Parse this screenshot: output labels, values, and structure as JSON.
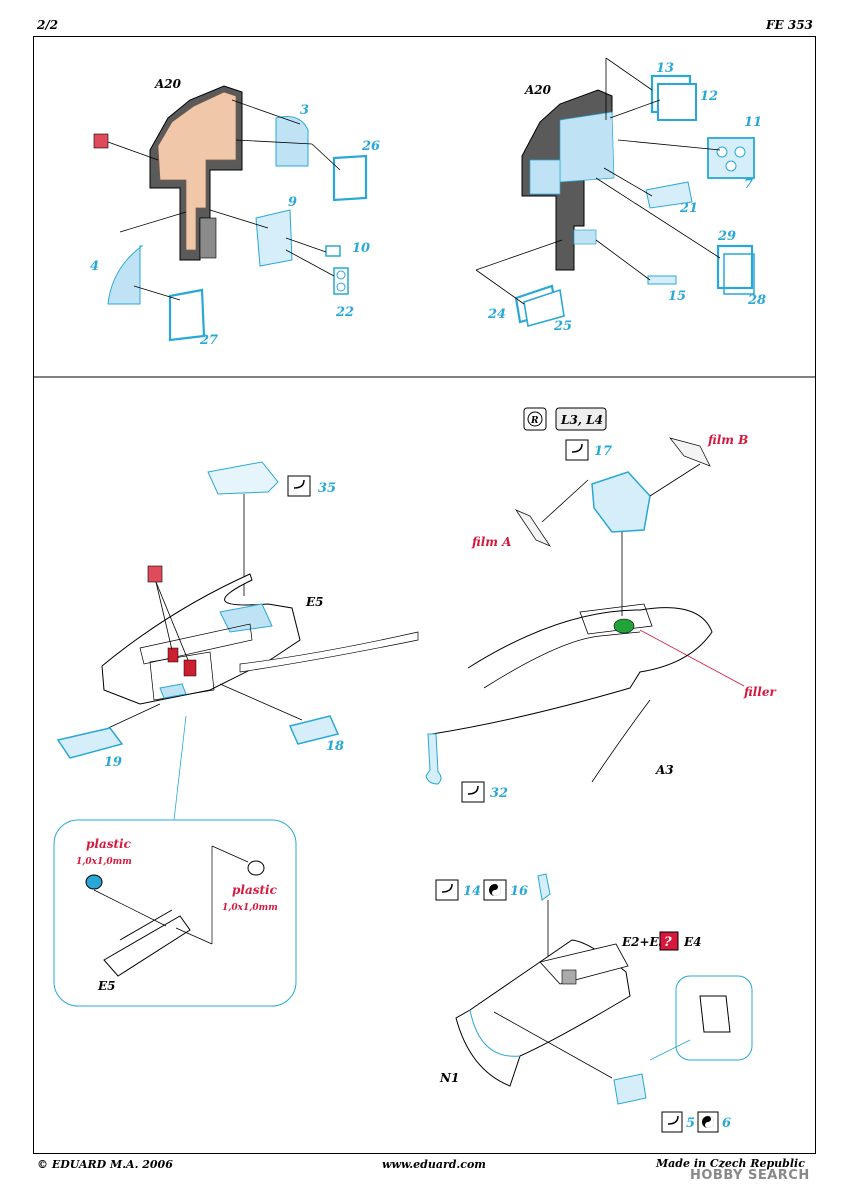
{
  "header": {
    "page": "2/2",
    "code": "FE 353"
  },
  "footer": {
    "copyright": "© EDUARD  M.A. 2006",
    "website": "www.eduard.com",
    "origin": "Made in Czech Republic"
  },
  "watermark": "HOBBY SEARCH",
  "panels": {
    "top_left": {
      "part": "A20",
      "numbers": [
        "3",
        "26",
        "9",
        "10",
        "22",
        "4",
        "27"
      ]
    },
    "top_right": {
      "part": "A20",
      "numbers": [
        "13",
        "12",
        "11",
        "7",
        "21",
        "29",
        "28",
        "15",
        "24",
        "25"
      ]
    },
    "mid_left": {
      "part": "E5",
      "numbers": [
        "35",
        "19",
        "18"
      ]
    },
    "mid_right": {
      "badge": "L3, L4",
      "step": "17",
      "film_a": "film A",
      "film_b": "film B",
      "filler": "filler",
      "part": "A3",
      "step2": "32"
    },
    "detail": {
      "plastic1": "plastic",
      "size1": "1,0x1,0mm",
      "plastic2": "plastic",
      "size2": "1,0x1,0mm",
      "part": "E5"
    },
    "bottom_right": {
      "step_a": "14",
      "step_b": "16",
      "parts": "E2+E3",
      "question": "?",
      "part2": "E4",
      "part3": "N1",
      "step_c": "5",
      "step_d": "6"
    }
  }
}
